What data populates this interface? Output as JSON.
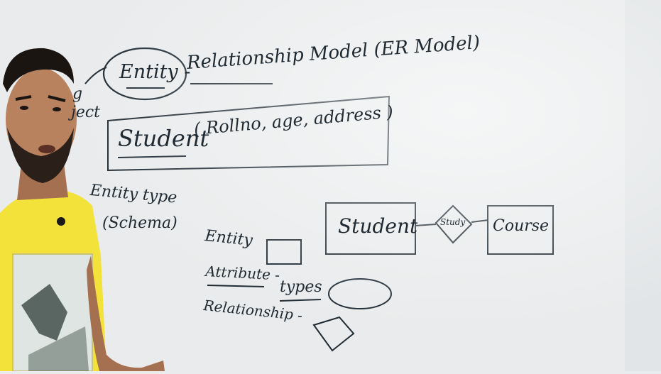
{
  "board": {
    "title_entity": "Entity -",
    "title_rest": "Relationship Model (ER Model)",
    "left_margin_top": "g",
    "left_margin_bottom": "ject",
    "schema_entity": "Student",
    "schema_attributes": "( Rollno, age, address )",
    "entity_type_label": "Entity type",
    "schema_label": "(Schema)",
    "legend": {
      "entity_label": "Entity",
      "attribute_label": "Attribute -",
      "types_label": "types",
      "relationship_label": "Relationship -"
    },
    "er_example": {
      "entity_left": "Student",
      "relationship": "Study",
      "entity_right": "Course"
    }
  },
  "colors": {
    "board": "#e9ebec",
    "marker": "#1f2a33",
    "shirt": "#f2e23a",
    "skin": "#b9825f",
    "hair": "#1b1512"
  }
}
